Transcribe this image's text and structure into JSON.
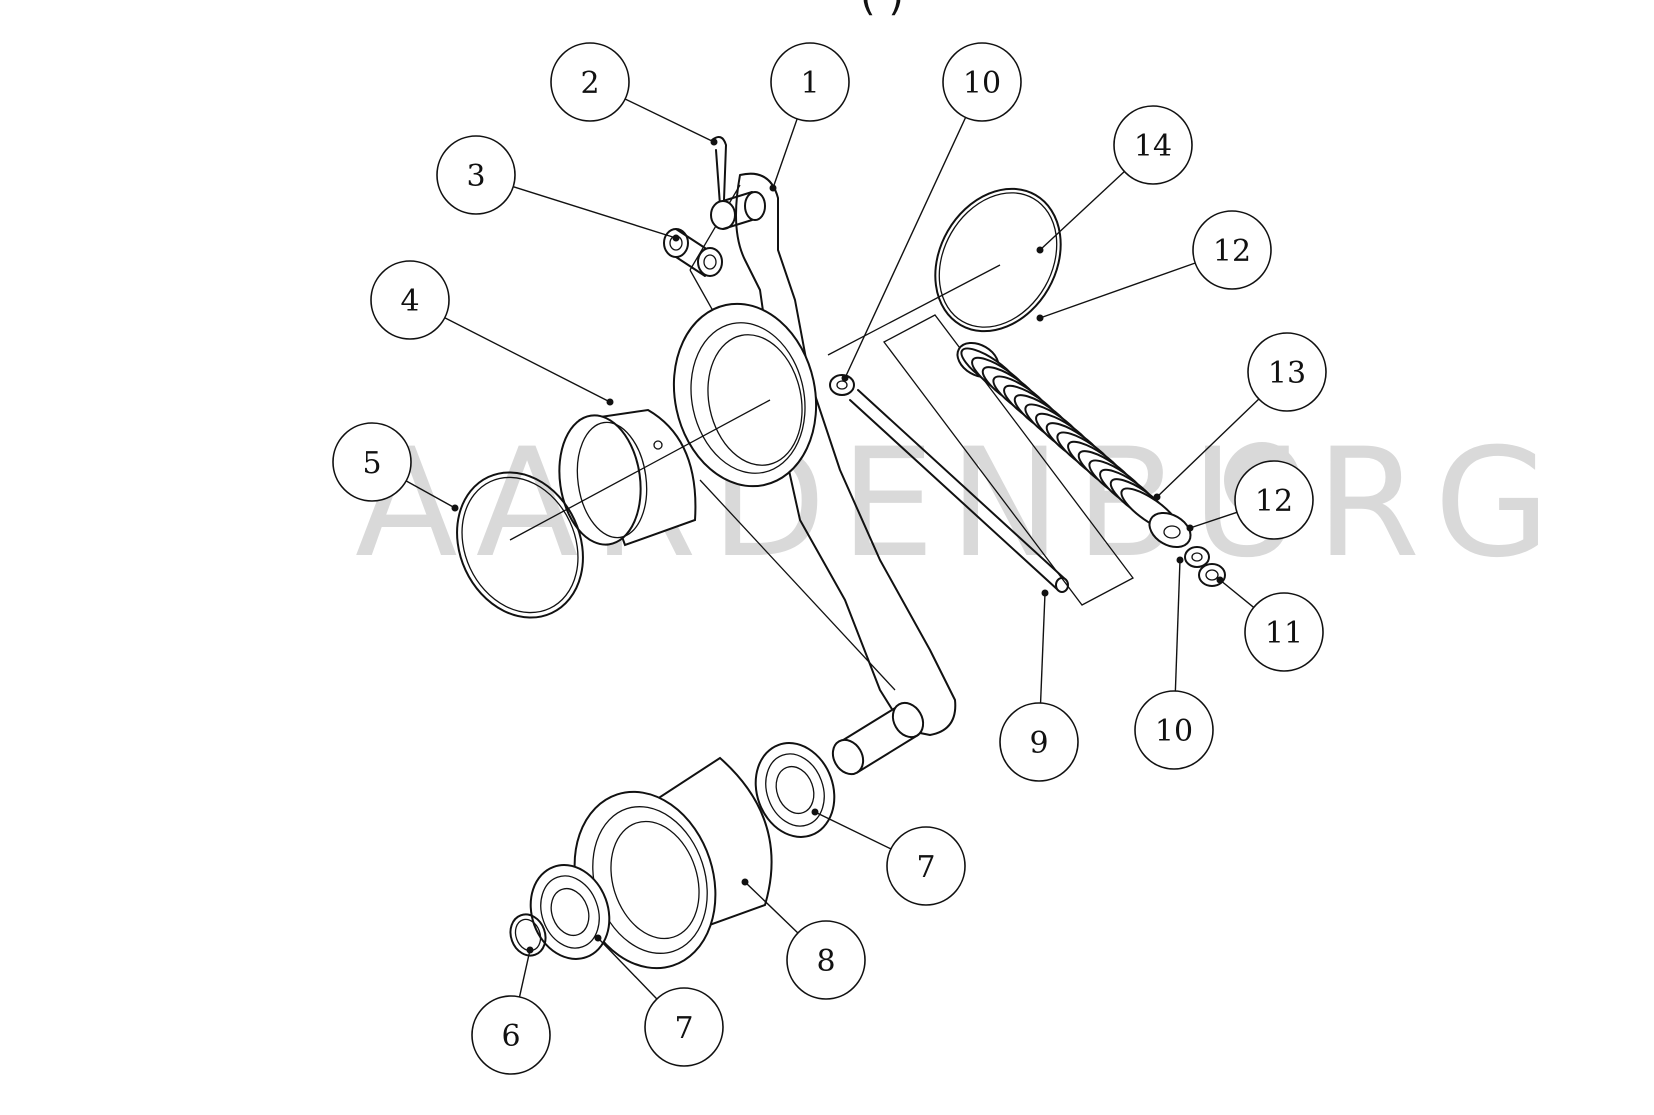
{
  "header_fragment": "(   )",
  "watermark": "AARDENBURG",
  "callouts": [
    {
      "label": "1"
    },
    {
      "label": "2"
    },
    {
      "label": "3"
    },
    {
      "label": "4"
    },
    {
      "label": "5"
    },
    {
      "label": "6"
    },
    {
      "label": "7"
    },
    {
      "label": "7"
    },
    {
      "label": "8"
    },
    {
      "label": "9"
    },
    {
      "label": "10"
    },
    {
      "label": "10"
    },
    {
      "label": "11"
    },
    {
      "label": "12"
    },
    {
      "label": "12"
    },
    {
      "label": "13"
    },
    {
      "label": "14"
    }
  ],
  "colors": {
    "ink": "#111111",
    "watermark": "#d9d9d9",
    "background": "#ffffff"
  }
}
